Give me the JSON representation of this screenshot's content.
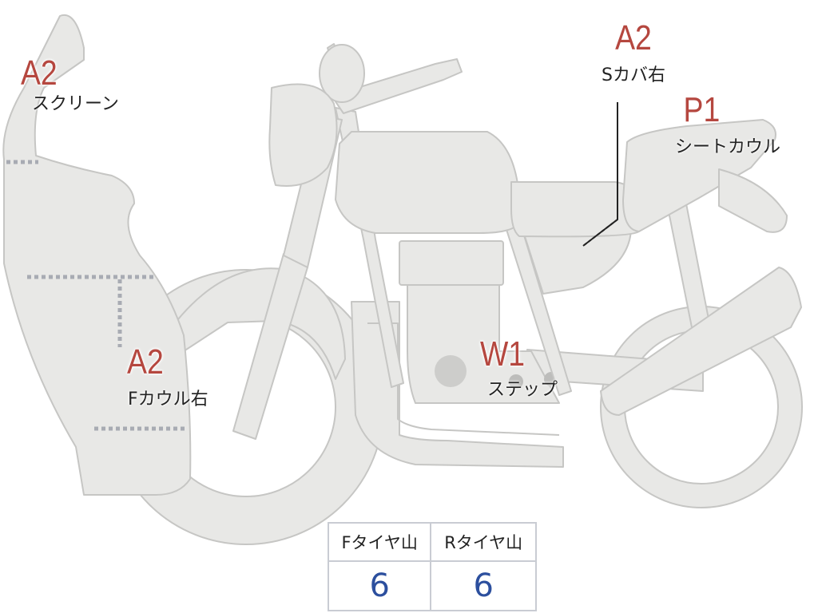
{
  "labels": {
    "screen": {
      "grade": "A2",
      "part": "スクリーン"
    },
    "side_cover_right": {
      "grade": "A2",
      "part": "Sカバ右"
    },
    "seat_cowl": {
      "grade": "P1",
      "part": "シートカウル"
    },
    "front_cowl_right": {
      "grade": "A2",
      "part": "Fカウル右"
    },
    "step": {
      "grade": "W1",
      "part": "ステップ"
    }
  },
  "tire_table": {
    "front_header": "Fタイヤ山",
    "rear_header": "Rタイヤ山",
    "front_value": "6",
    "rear_value": "6"
  },
  "colors": {
    "body_fill": "#e8e8e6",
    "outline": "#c6c6c4",
    "grade_text": "#b5473f",
    "tire_value_text": "#2c4f9e"
  }
}
